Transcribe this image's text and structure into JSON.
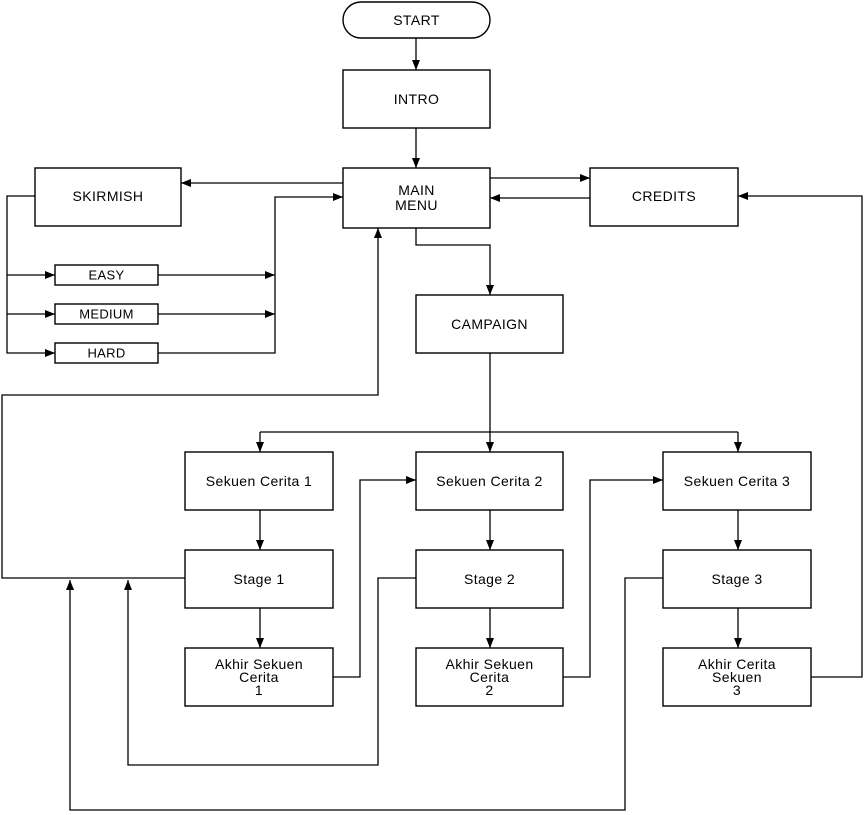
{
  "colors": {
    "stroke": "#000000",
    "fill": "#ffffff",
    "text": "#000000"
  },
  "nodes": {
    "start": {
      "lines": [
        "START"
      ]
    },
    "intro": {
      "lines": [
        "INTRO"
      ]
    },
    "main_menu": {
      "lines": [
        "MAIN",
        "MENU"
      ]
    },
    "skirmish": {
      "lines": [
        "SKIRMISH"
      ]
    },
    "credits": {
      "lines": [
        "CREDITS"
      ]
    },
    "easy": {
      "lines": [
        "EASY"
      ]
    },
    "medium": {
      "lines": [
        "MEDIUM"
      ]
    },
    "hard": {
      "lines": [
        "HARD"
      ]
    },
    "campaign": {
      "lines": [
        "CAMPAIGN"
      ]
    },
    "sekuen_cerita_1": {
      "lines": [
        "Sekuen Cerita 1"
      ]
    },
    "sekuen_cerita_2": {
      "lines": [
        "Sekuen Cerita 2"
      ]
    },
    "sekuen_cerita_3": {
      "lines": [
        "Sekuen Cerita 3"
      ]
    },
    "stage_1": {
      "lines": [
        "Stage 1"
      ]
    },
    "stage_2": {
      "lines": [
        "Stage 2"
      ]
    },
    "stage_3": {
      "lines": [
        "Stage 3"
      ]
    },
    "akhir_1": {
      "lines": [
        "Akhir Sekuen",
        "Cerita",
        "1"
      ]
    },
    "akhir_2": {
      "lines": [
        "Akhir Sekuen",
        "Cerita",
        "2"
      ]
    },
    "akhir_3": {
      "lines": [
        "Akhir Cerita",
        "Sekuen",
        "3"
      ]
    }
  }
}
